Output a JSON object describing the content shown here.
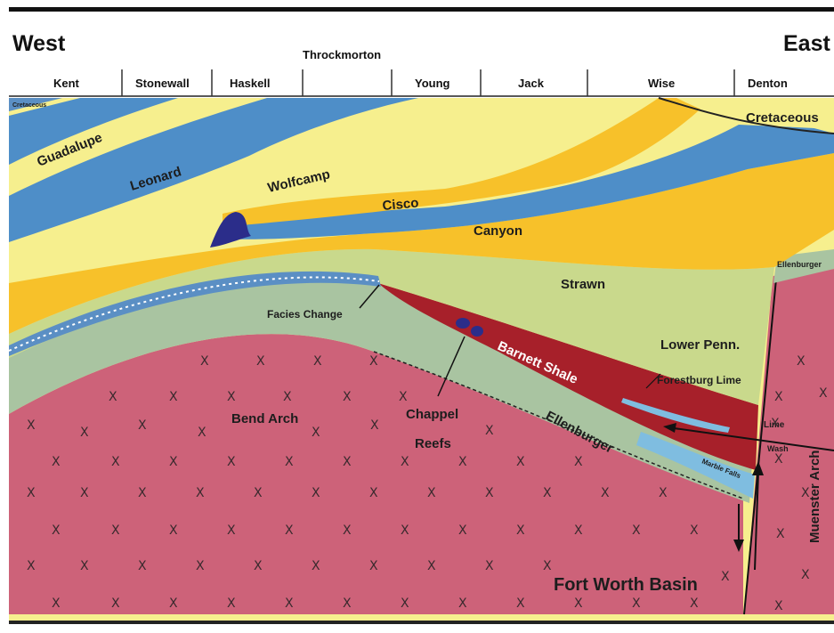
{
  "header": {
    "west": "West",
    "east": "East",
    "counties": [
      "Kent",
      "Stonewall",
      "Haskell",
      "Throckmorton",
      "Young",
      "Jack",
      "Wise",
      "Denton"
    ]
  },
  "units": {
    "cretaceous_small": "Cretaceous",
    "guadalupe": "Guadalupe",
    "leonard": "Leonard",
    "wolfcamp": "Wolfcamp",
    "cisco": "Cisco",
    "canyon": "Canyon",
    "strawn": "Strawn",
    "cretaceous": "Cretaceous",
    "ellenburger_right": "Ellenburger",
    "facies_change": "Facies Change",
    "lower_penn": "Lower Penn.",
    "barnett_shale": "Barnett Shale",
    "forestburg_lime": "Forestburg Lime",
    "bend_arch": "Bend Arch",
    "chappel_reefs_1": "Chappel",
    "chappel_reefs_2": "Reefs",
    "ellenburger": "Ellenburger",
    "lime_wash_1": "Lime",
    "lime_wash_2": "Wash",
    "marble_falls": "Marble Falls",
    "muenster_arch": "Muenster Arch",
    "fort_worth_basin": "Fort Worth Basin"
  },
  "x_mark": "X",
  "colors": {
    "yellow": "#f6ef8e",
    "blue": "#4e8ec8",
    "orange": "#f7c12a",
    "pale_green": "#c9d98c",
    "sage": "#a9c4a1",
    "basement": "#cd6279",
    "barnett": "#a7202a",
    "lime_blue": "#7fbde0"
  }
}
